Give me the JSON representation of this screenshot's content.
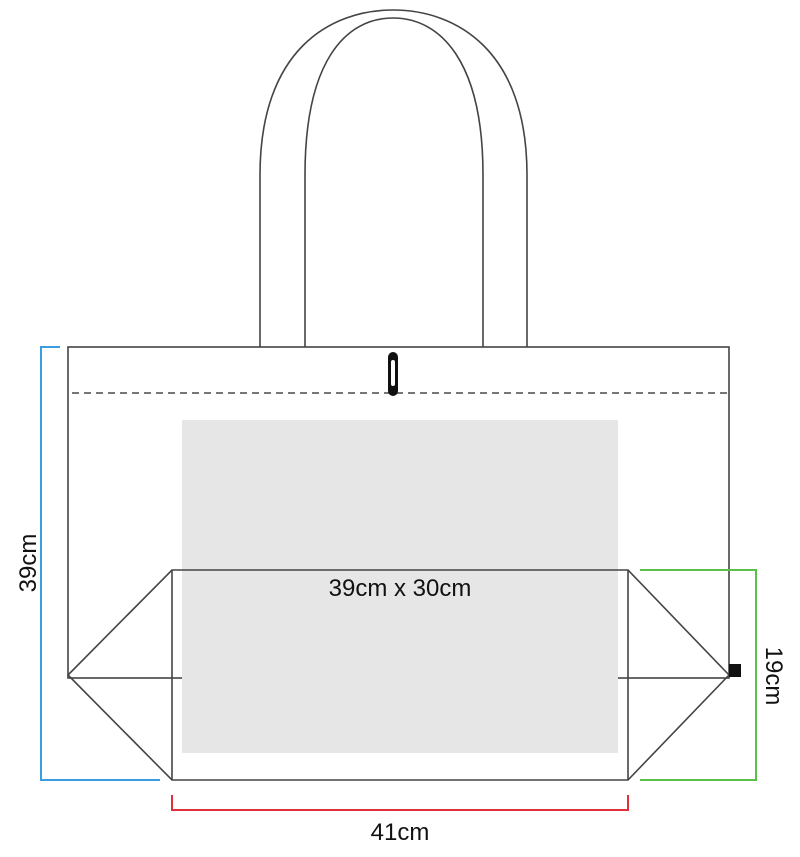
{
  "print_area": {
    "label": "39cm x 30cm",
    "color": "#e6e6e6"
  },
  "dimensions": {
    "height": {
      "label": "39cm",
      "color": "#3a9de0"
    },
    "gusset": {
      "label": "19cm",
      "color": "#5cbf4a"
    },
    "width": {
      "label": "41cm",
      "color": "#e0303a"
    }
  },
  "colors": {
    "outline": "#444444",
    "dashed_fold": "#777777",
    "fastener": "#111111"
  }
}
